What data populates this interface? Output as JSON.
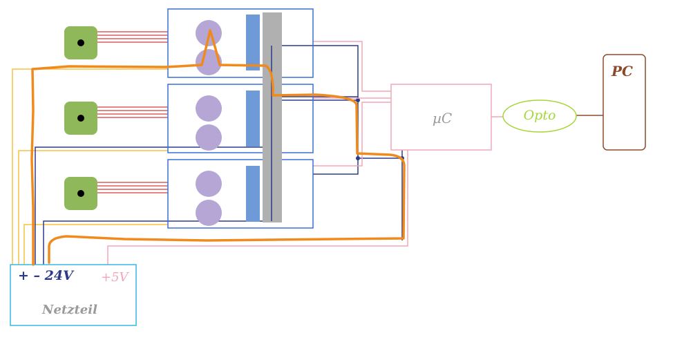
{
  "labels": {
    "pc": "PC",
    "opto": "Opto",
    "mcu": "µC",
    "psu_voltage_24": "+ – 24V",
    "psu_voltage_5": "+5V",
    "psu_name": "Netzteil"
  },
  "colors": {
    "box_blue": "#3a6fd8",
    "navy_wire": "#2b3a8a",
    "pink_wire": "#f2a7b8",
    "yellow_wire": "#f5c242",
    "orange_loop": "#f08a1c",
    "red_wire": "#d33a3a",
    "motor_green": "#8fb85a",
    "coil_purple": "#b5a6d6",
    "bar_blue": "#6f9ad8",
    "bar_gray": "#b0b0b0",
    "opto_green": "#a6d63a",
    "pc_brown": "#8b4a2a",
    "psu_cyan": "#35b8e0",
    "mcu_gray": "#9a9a9a",
    "psu_text_navy": "#2b3a8a",
    "psu_text_pink": "#f2a7b8",
    "psu_name_gray": "#9a9a9a"
  }
}
